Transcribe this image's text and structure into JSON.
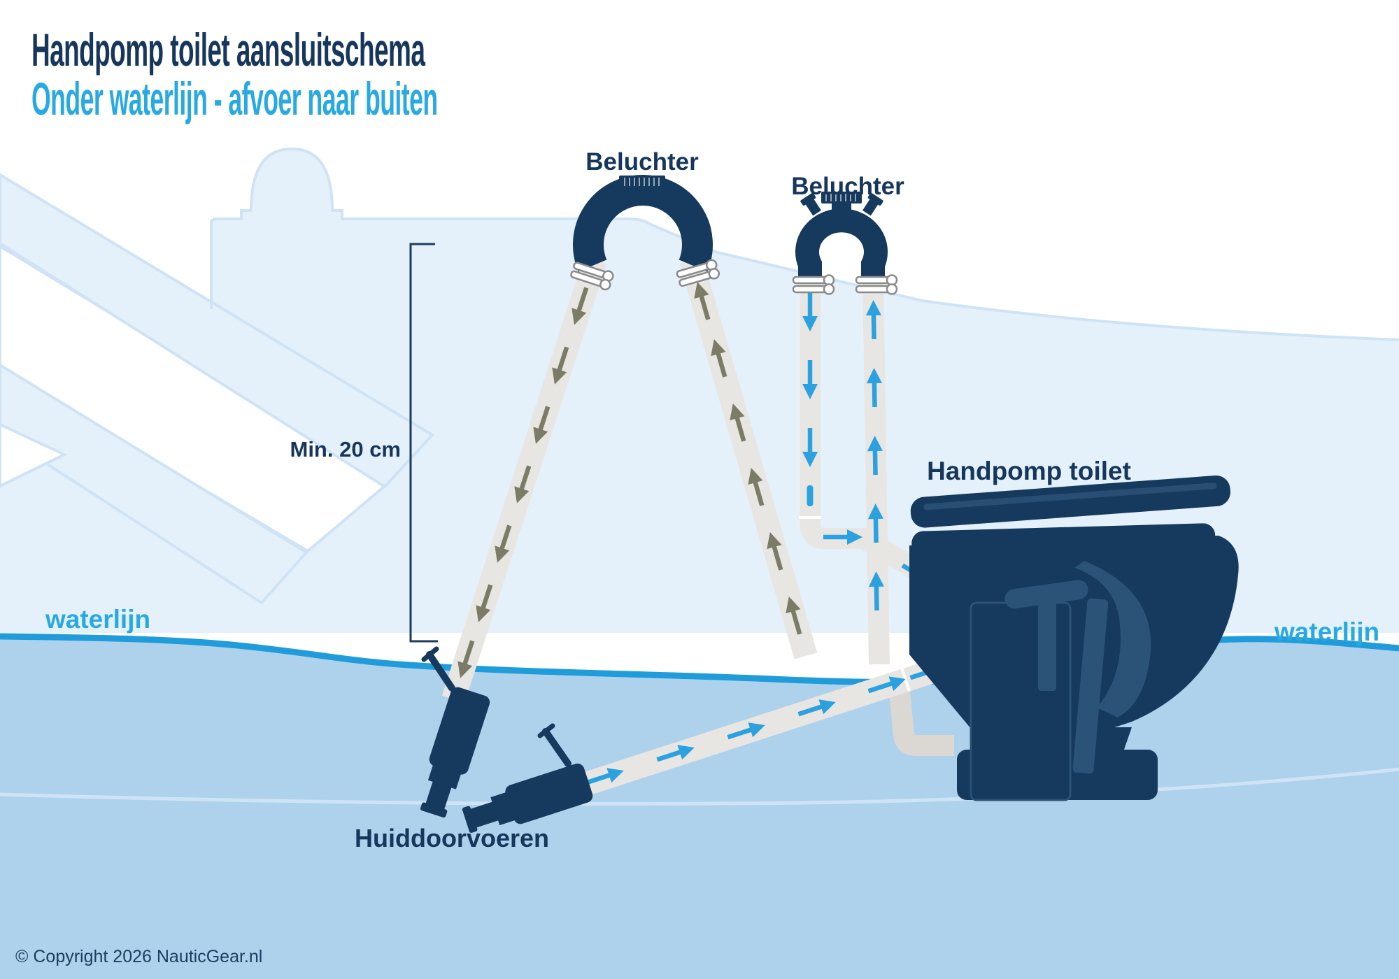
{
  "header": {
    "title": "Handpomp toilet aansluitschema",
    "subtitle": "Onder waterlijn - afvoer naar buiten"
  },
  "diagram": {
    "beluchter_left_label": "Beluchter",
    "beluchter_right_label": "Beluchter",
    "toilet_label": "Handpomp toilet",
    "waterline_left_label": "waterlijn",
    "waterline_right_label": "waterlijn",
    "min_height_label": "Min. 20 cm",
    "through_hulls_label": "Huiddoorvoeren"
  },
  "footer": {
    "copyright": "© Copyright 2026 NauticGear.nl"
  },
  "colors": {
    "navy": "#16395e",
    "detail_navy": "#2b5377",
    "accent_blue": "#29a9e2",
    "water_blue": "#aed2ec",
    "waterline_blue": "#1f9cd9",
    "boat_fill": "#e4f1fb",
    "boat_stroke": "#cfe3f4",
    "pipe_gray": "#e8e6e2",
    "pipe_dark": "#dbd8d3",
    "arrow_olive": "#7c7c66",
    "arrow_blue": "#2ba1df",
    "clamp_stroke": "#8a8a8a",
    "text_navy": "#16365c",
    "copyright_navy": "#1c3e60"
  }
}
